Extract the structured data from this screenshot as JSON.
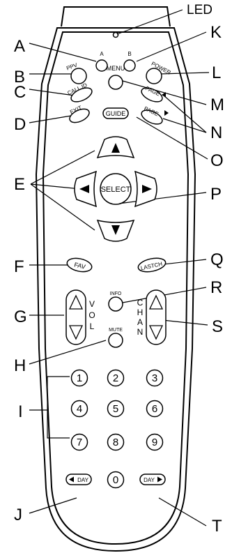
{
  "callouts": {
    "led": "LED",
    "A": "A",
    "B": "B",
    "C": "C",
    "D": "D",
    "E": "E",
    "F": "F",
    "G": "G",
    "H": "H",
    "I": "I",
    "J": "J",
    "K": "K",
    "L": "L",
    "M": "M",
    "N": "N",
    "O": "O",
    "P": "P",
    "Q": "Q",
    "R": "R",
    "S": "S",
    "T": "T"
  },
  "buttons": {
    "a": "A",
    "b": "B",
    "ppv": "PPV",
    "power": "POWER",
    "menu": "MENU",
    "page_up": "PAGE",
    "call_id": "CALL ID",
    "exit": "EXIT",
    "guide": "GUIDE",
    "page_down": "PAGE",
    "select": "SELECT",
    "fav": "FAV",
    "last_ch": "LASTCH",
    "info": "INFO",
    "mute": "MUTE",
    "day_left": "DAY",
    "day_right": "DAY"
  },
  "rockers": {
    "vol": [
      "V",
      "O",
      "L"
    ],
    "chan": [
      "C",
      "H",
      "A",
      "N"
    ]
  },
  "keypad": [
    "1",
    "2",
    "3",
    "4",
    "5",
    "6",
    "7",
    "8",
    "9",
    "0"
  ],
  "colors": {
    "stroke": "#000000",
    "body_fill": "#ffffff",
    "arrow_fill": "#000000"
  }
}
